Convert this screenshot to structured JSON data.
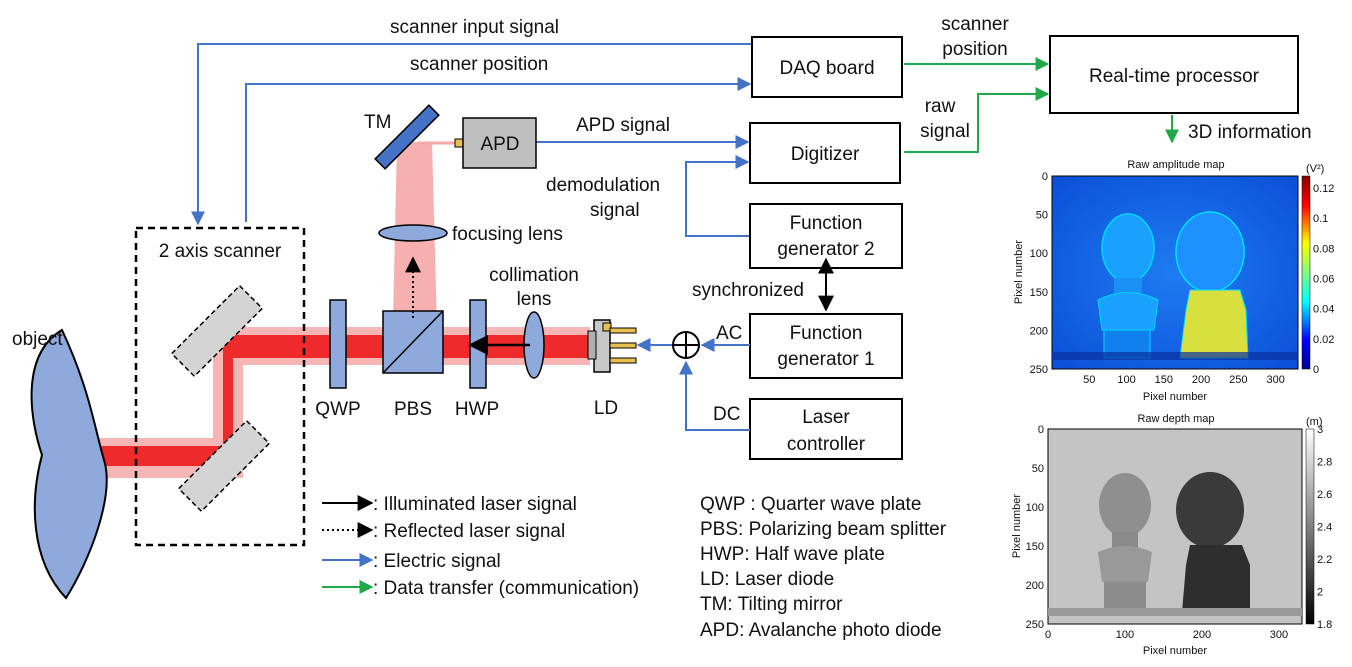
{
  "signals": {
    "scanner_input": "scanner input signal",
    "scanner_position": "scanner position",
    "scanner_position_right_l1": "scanner",
    "scanner_position_right_l2": "position",
    "raw_l1": "raw",
    "raw_l2": "signal",
    "apd_signal": "APD signal",
    "demod_l1": "demodulation",
    "demod_l2": "signal",
    "synchronized": "synchronized",
    "ac": "AC",
    "dc": "DC",
    "info_3d": "3D information"
  },
  "boxes": {
    "daq": "DAQ board",
    "processor": "Real-time processor",
    "digitizer": "Digitizer",
    "fg2_l1": "Function",
    "fg2_l2": "generator 2",
    "fg1_l1": "Function",
    "fg1_l2": "generator 1",
    "laser_l1": "Laser",
    "laser_l2": "controller",
    "apd": "APD",
    "scanner": "2 axis scanner"
  },
  "components": {
    "tm": "TM",
    "focusing_lens": "focusing lens",
    "collimation_l1": "collimation",
    "collimation_l2": "lens",
    "object": "object",
    "qwp": "QWP",
    "pbs": "PBS",
    "hwp": "HWP",
    "ld": "LD"
  },
  "legend": {
    "illuminated": ": Illuminated laser signal",
    "reflected": ": Reflected laser signal",
    "electric": ": Electric signal",
    "data": ": Data transfer (communication)"
  },
  "abbreviations": [
    "QWP : Quarter wave plate",
    "PBS: Polarizing beam splitter",
    "HWP: Half wave plate",
    "LD: Laser diode",
    "TM: Tilting mirror",
    "APD: Avalanche photo diode"
  ],
  "colors": {
    "electric": "#4472c4",
    "data": "#21a84a",
    "laser": "#ee2222",
    "laser_light": "#f7a9a9",
    "optic": "#8ea9db"
  },
  "chart_data": [
    {
      "type": "heatmap",
      "title": "Raw amplitude map",
      "xlabel": "Pixel number",
      "ylabel": "Pixel number",
      "x_ticks": [
        "50",
        "100",
        "150",
        "200",
        "250",
        "300"
      ],
      "y_ticks": [
        "0",
        "50",
        "100",
        "150",
        "200",
        "250"
      ],
      "colorbar_unit": "(V²)",
      "colorbar_ticks": [
        "0.12",
        "0.1",
        "0.08",
        "0.06",
        "0.04",
        "0.02",
        "0"
      ],
      "colormap": "jet"
    },
    {
      "type": "heatmap",
      "title": "Raw depth map",
      "xlabel": "Pixel number",
      "ylabel": "Pixel number",
      "x_ticks": [
        "0",
        "100",
        "200",
        "300"
      ],
      "y_ticks": [
        "0",
        "50",
        "100",
        "150",
        "200",
        "250"
      ],
      "colorbar_unit": "(m)",
      "colorbar_ticks": [
        "3",
        "2.8",
        "2.6",
        "2.4",
        "2.2",
        "2",
        "1.8"
      ],
      "colormap": "gray"
    }
  ]
}
